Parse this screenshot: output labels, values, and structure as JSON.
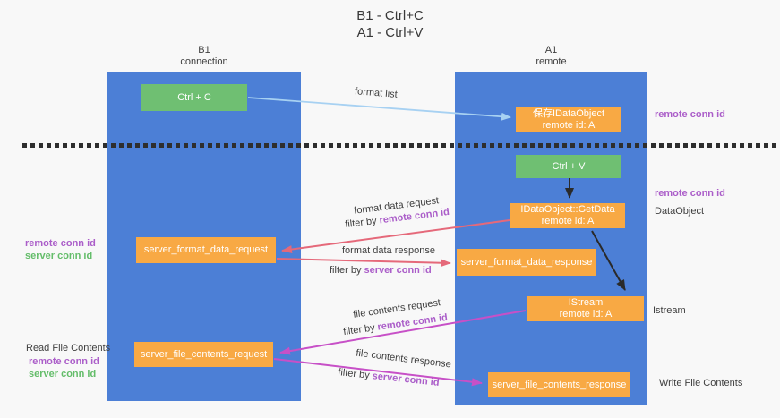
{
  "title": {
    "line1": "B1 - Ctrl+C",
    "line2": "A1 - Ctrl+V"
  },
  "lanes": [
    {
      "name": "B1",
      "role": "connection"
    },
    {
      "name": "A1",
      "role": "remote"
    }
  ],
  "nodes": {
    "ctrl_c": {
      "label": "Ctrl + C"
    },
    "save_dataobject": {
      "line1": "保存IDataObject",
      "line2": "remote id: A"
    },
    "ctrl_v": {
      "label": "Ctrl + V"
    },
    "getdata": {
      "line1": "IDataObject::GetData",
      "line2": "remote id: A"
    },
    "format_request": {
      "label": "server_format_data_request"
    },
    "format_response": {
      "label": "server_format_data_response"
    },
    "istream": {
      "line1": "IStream",
      "line2": "remote id: A"
    },
    "file_request": {
      "label": "server_file_contents_request"
    },
    "file_response": {
      "label": "server_file_contents_response"
    }
  },
  "edge_labels": {
    "format_list": "format list",
    "format_request_title": "format data request",
    "format_request_filter_prefix": "filter by ",
    "format_request_filter": "remote conn id",
    "format_response_title": "format data response",
    "format_response_filter_prefix": "filter by ",
    "format_response_filter": "server conn id",
    "file_request_title": "file contents request",
    "file_request_filter_prefix": "filter by ",
    "file_request_filter": "remote conn id",
    "file_response_title": "file contents response",
    "file_response_filter_prefix": "filter by ",
    "file_response_filter": "server conn id"
  },
  "annotations": {
    "right_remote_conn_top": "remote conn id",
    "right_remote_conn_mid": "remote conn id",
    "right_dataobject": "DataObject",
    "right_istream": "Istream",
    "right_write_file": "Write File Contents",
    "left_remote_conn_top": "remote conn id",
    "left_server_conn_top": "server conn id",
    "left_read_file": "Read File Contents",
    "left_remote_conn_bottom": "remote conn id",
    "left_server_conn_bottom": "server conn id"
  },
  "colors": {
    "lane": "#4c7fd6",
    "orange": "#f8a944",
    "green": "#6fbf72",
    "arrow_red": "#e5697a",
    "arrow_magenta": "#c750c7",
    "arrow_blue": "#a7d1f2",
    "arrow_black": "#2a2a2a",
    "purple_text": "#ab5ec9",
    "green_text": "#64bd6a"
  }
}
